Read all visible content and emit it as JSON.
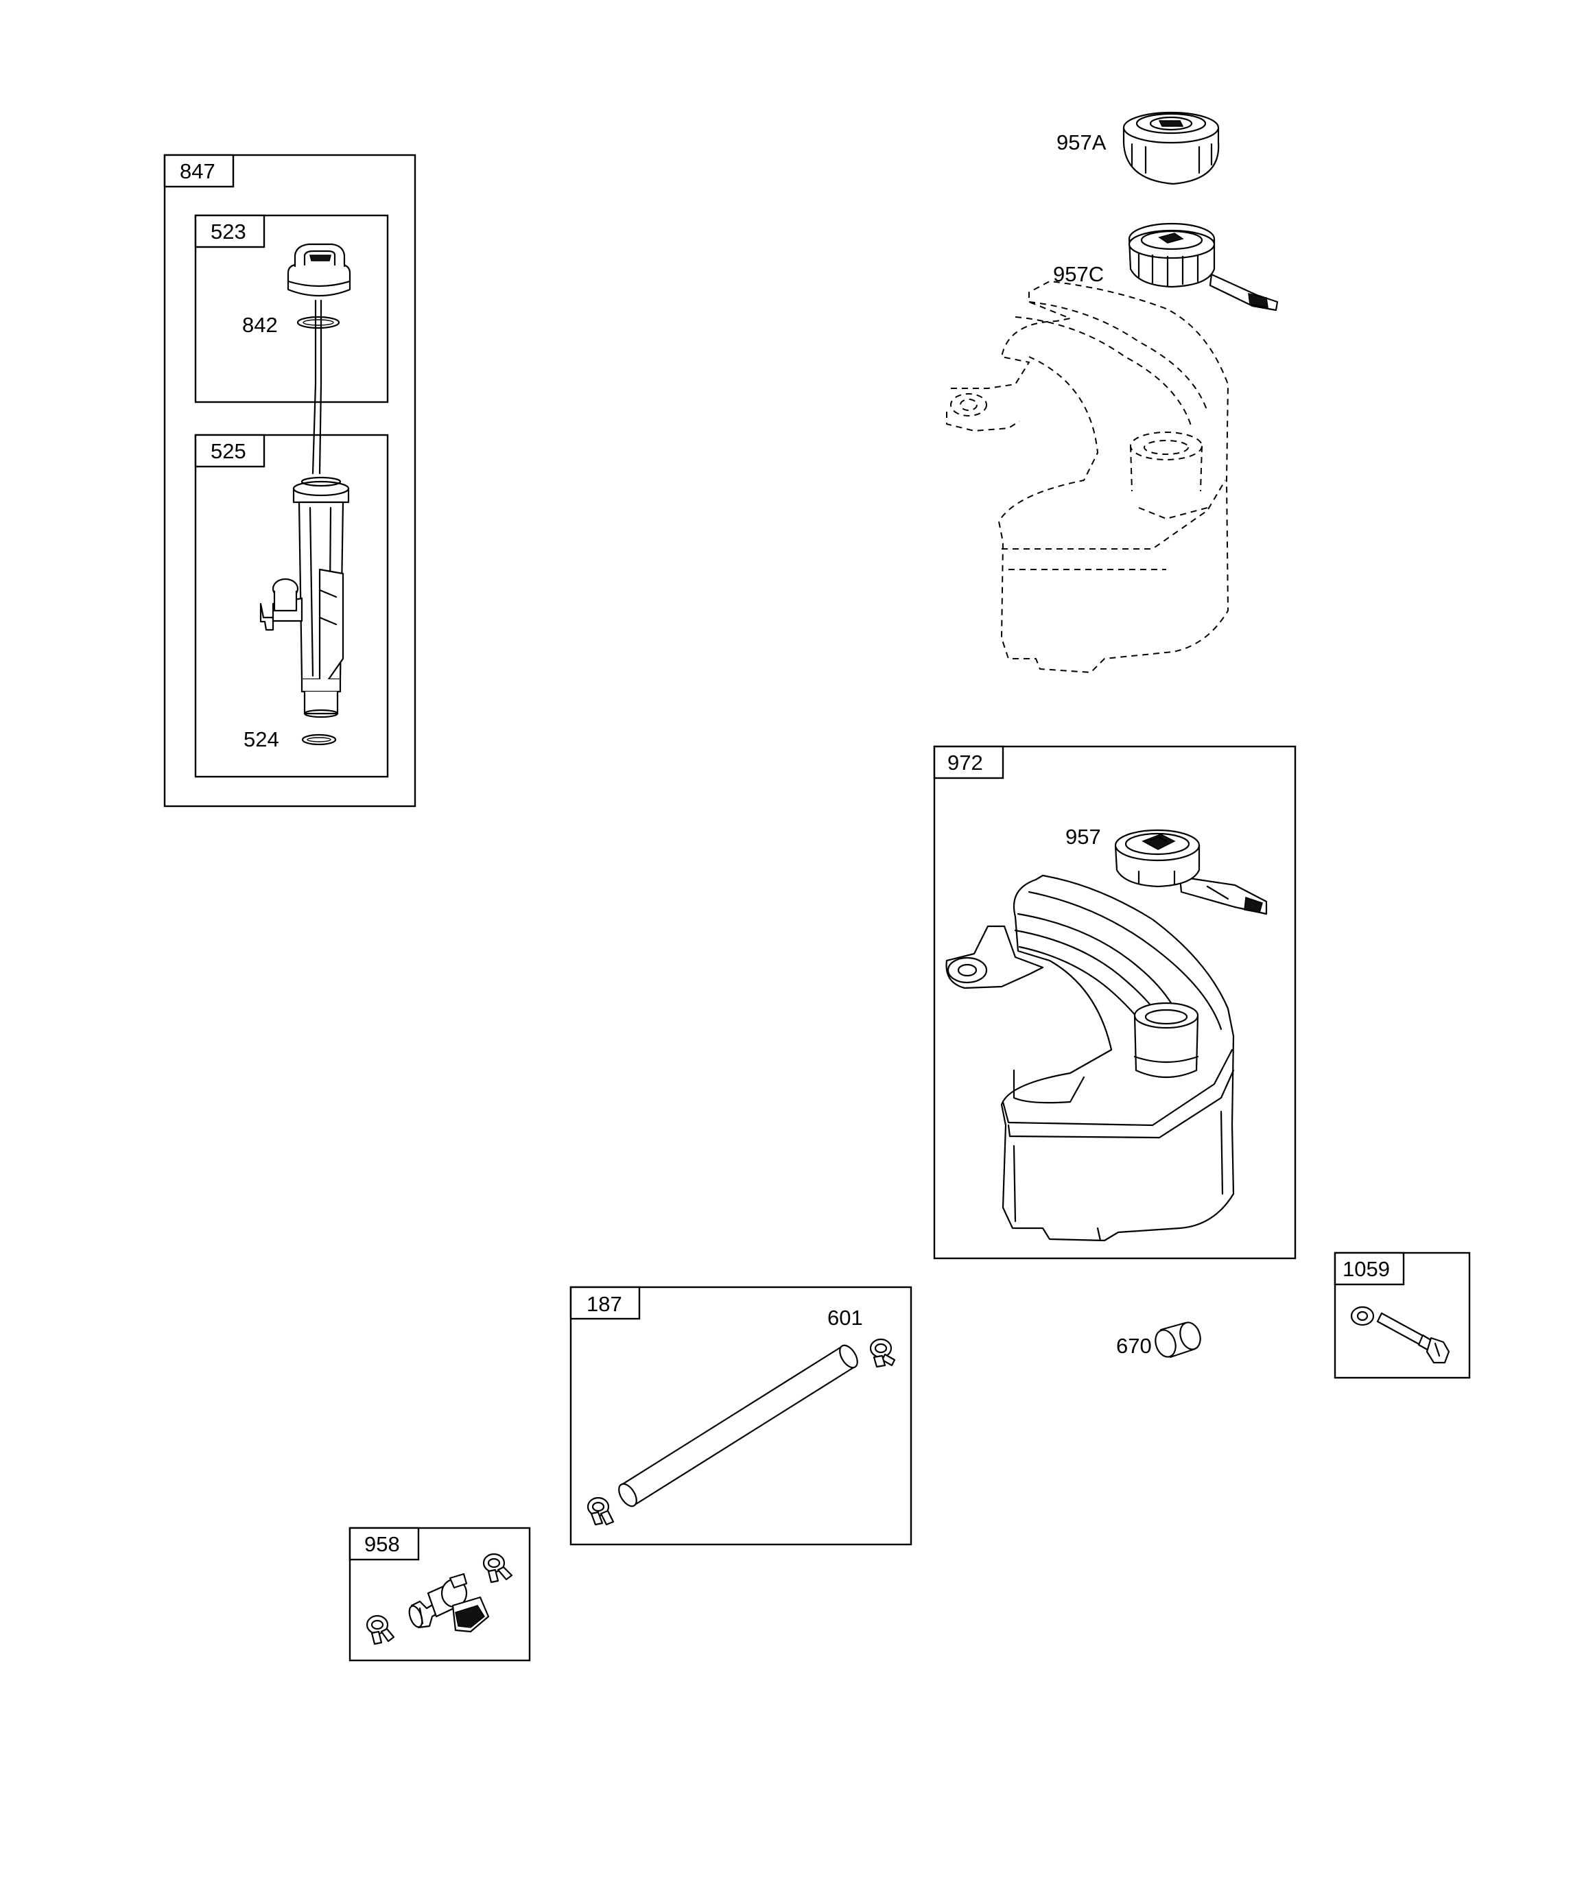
{
  "kits": {
    "k847": "847",
    "k523": "523",
    "k525": "525",
    "k972": "972",
    "k1059": "1059",
    "k187": "187",
    "k958": "958"
  },
  "parts": {
    "p842": "842",
    "p524": "524",
    "p957A": "957A",
    "p957C": "957C",
    "p957": "957",
    "p601": "601",
    "p670": "670"
  }
}
